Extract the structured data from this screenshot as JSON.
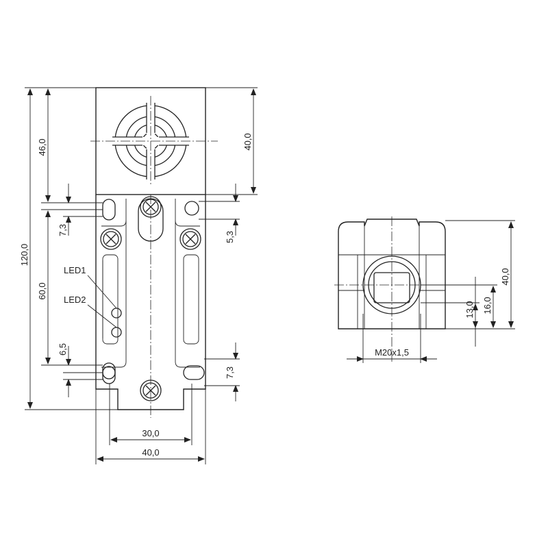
{
  "front_view": {
    "dims": {
      "overall_height": "120,0",
      "head_height": "46,0",
      "mid_height": "60,0",
      "head_width": "40,0",
      "top_hole_offset": "7,3",
      "screw_offset": "5,3",
      "bottom_hole_offset_left": "6,5",
      "bottom_hole_offset_right": "7,3",
      "hole_spacing": "30,0",
      "overall_width": "40,0"
    },
    "labels": {
      "led1": "LED1",
      "led2": "LED2"
    }
  },
  "side_view": {
    "dims": {
      "height": "40,0",
      "thread_center": "16,0",
      "thread_bottom": "13,0",
      "thread": "M20x1,5"
    }
  }
}
